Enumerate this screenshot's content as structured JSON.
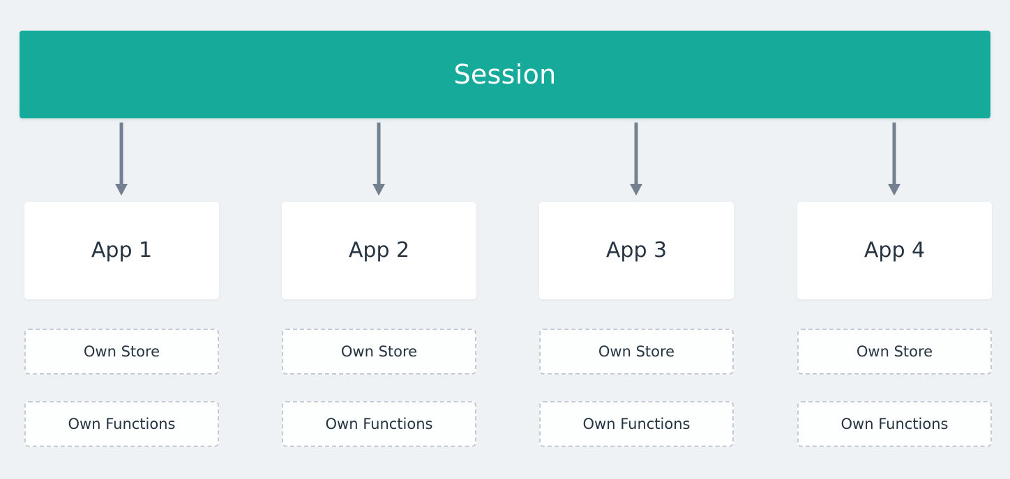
{
  "diagram": {
    "title": "Session",
    "background_color": "#eef2f5",
    "session": {
      "label": "Session",
      "color": "#16aa9a",
      "text_color": "#ffffff"
    },
    "arrow": {
      "name": "down-arrow",
      "color": "#74808f",
      "count": 4
    },
    "columns": [
      {
        "app_label": "App 1",
        "store_label": "Own Store",
        "functions_label": "Own Functions"
      },
      {
        "app_label": "App 2",
        "store_label": "Own Store",
        "functions_label": "Own Functions"
      },
      {
        "app_label": "App 3",
        "store_label": "Own Store",
        "functions_label": "Own Functions"
      },
      {
        "app_label": "App 4",
        "store_label": "Own Store",
        "functions_label": "Own Functions"
      }
    ],
    "colors": {
      "accent": "#16aa9a",
      "text": "#263340",
      "arrow": "#74808f",
      "dashed_border": "#c3ccd4",
      "card": "#ffffff"
    }
  }
}
